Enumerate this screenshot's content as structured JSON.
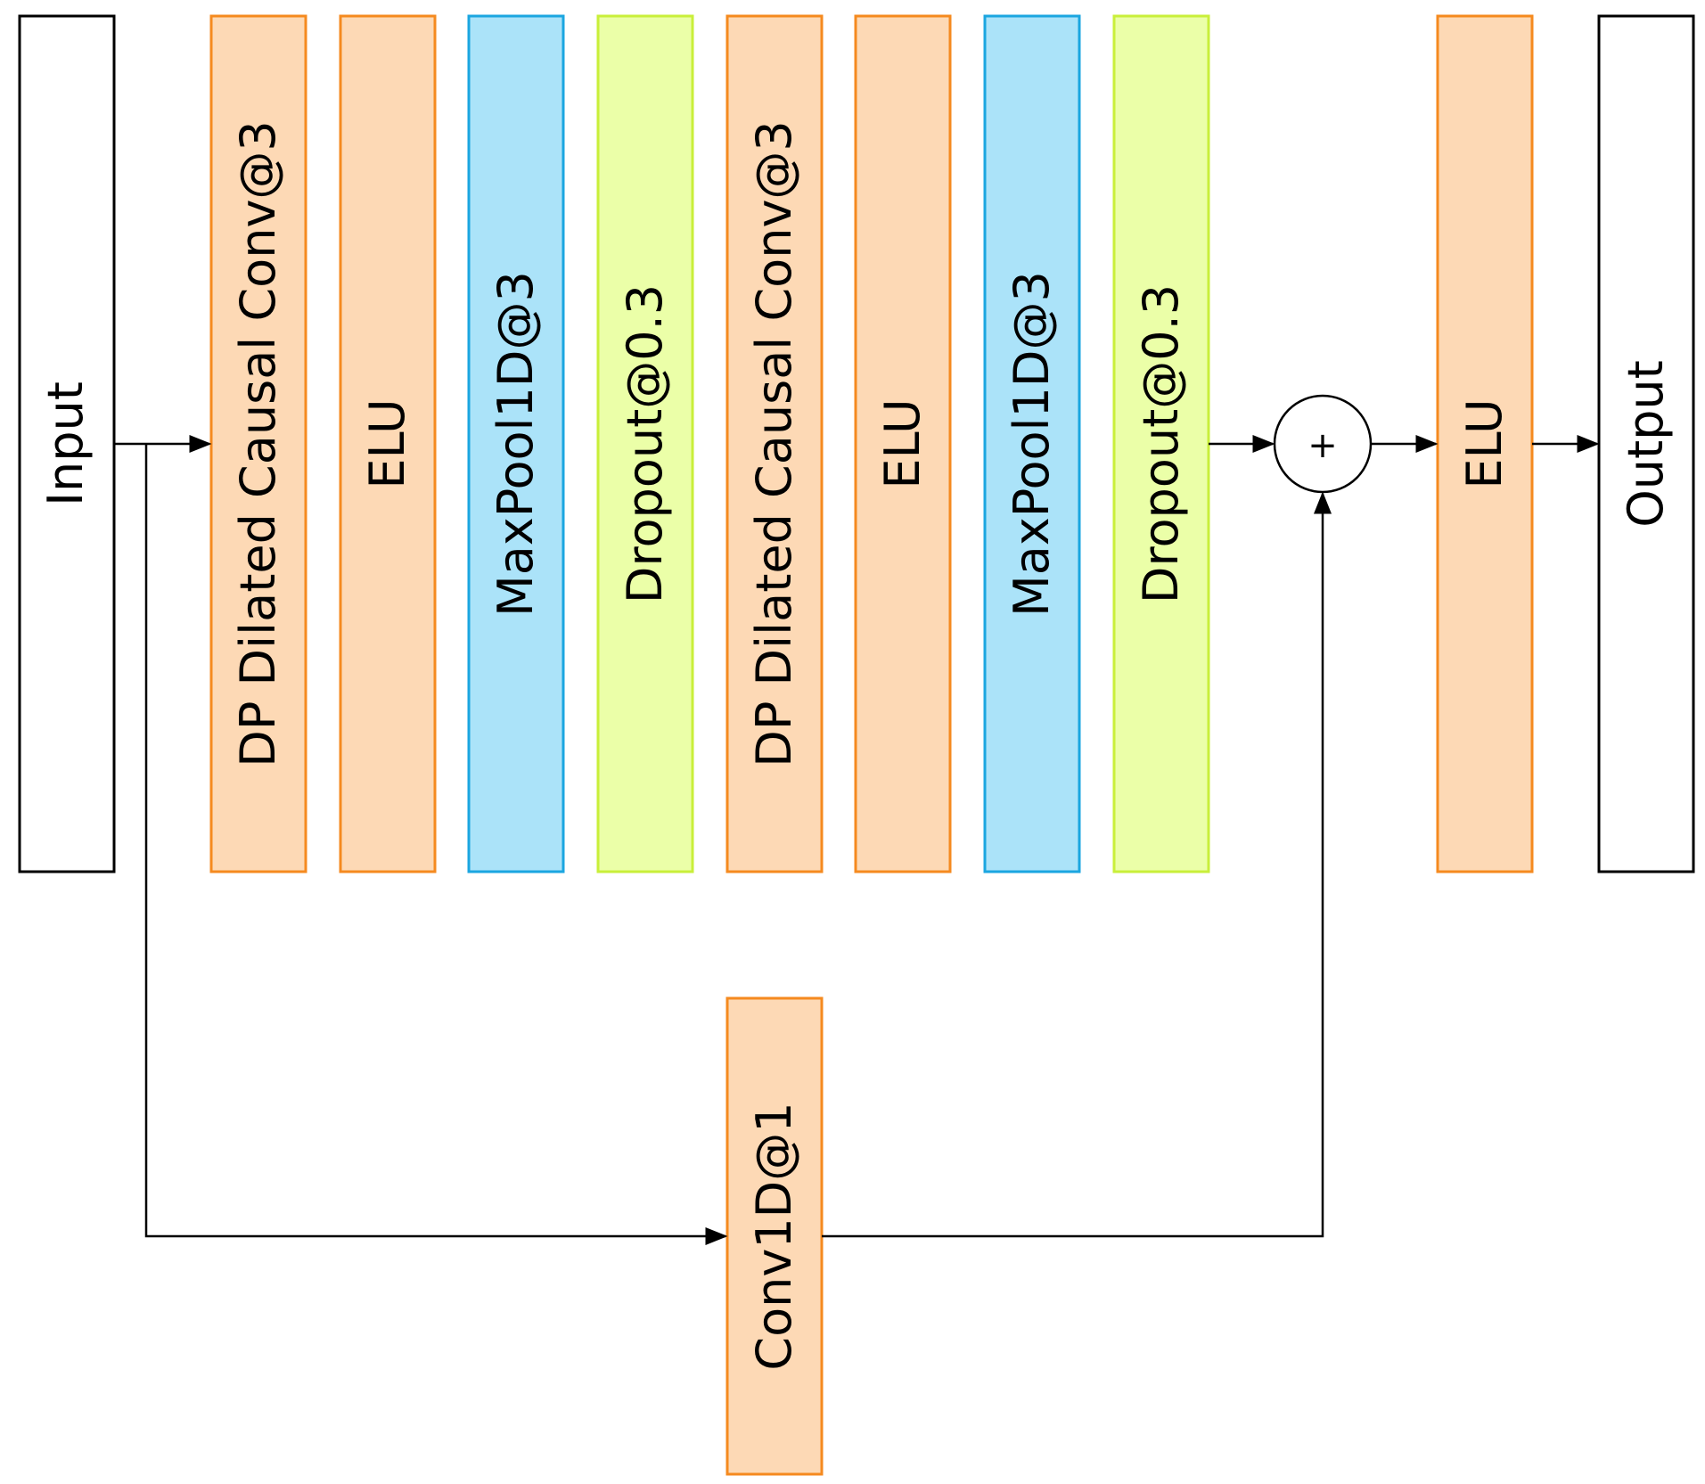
{
  "colors": {
    "conv_fill": "#fdd9b5",
    "conv_stroke": "#f58a1f",
    "pool_fill": "#abe3f9",
    "pool_stroke": "#1ba6e0",
    "dropout_fill": "#ebffa8",
    "dropout_stroke": "#c9ef3a",
    "io_fill": "#ffffff",
    "io_stroke": "#000000",
    "line": "#000000"
  },
  "blocks": {
    "input": {
      "label": "Input",
      "kind": "io"
    },
    "conv1": {
      "label": "DP Dilated Causal Conv@3",
      "kind": "conv"
    },
    "elu1": {
      "label": "ELU",
      "kind": "conv"
    },
    "pool1": {
      "label": "MaxPool1D@3",
      "kind": "pool"
    },
    "drop1": {
      "label": "Dropout@0.3",
      "kind": "dropout"
    },
    "conv2": {
      "label": "DP Dilated Causal Conv@3",
      "kind": "conv"
    },
    "elu2": {
      "label": "ELU",
      "kind": "conv"
    },
    "pool2": {
      "label": "MaxPool1D@3",
      "kind": "pool"
    },
    "drop2": {
      "label": "Dropout@0.3",
      "kind": "dropout"
    },
    "elu3": {
      "label": "ELU",
      "kind": "conv"
    },
    "output": {
      "label": "Output",
      "kind": "io"
    },
    "skip_conv": {
      "label": "Conv1D@1",
      "kind": "conv"
    }
  },
  "sum_node": {
    "symbol": "+"
  }
}
